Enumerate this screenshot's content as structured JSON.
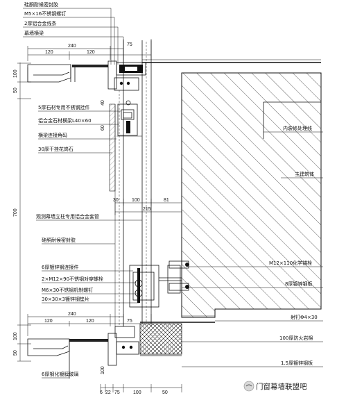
{
  "top_labels": [
    "硅酮耐候密封胶",
    "M5×16不锈钢螺钉",
    "2厚铝合金线条",
    "幕墙横梁"
  ],
  "left_labels": [
    "5厚石材专用不锈钢挂件",
    "铝合金石材横梁L40×60",
    "横梁连接角码",
    "30厚干挂花岗石",
    "观测幕墙立柱专用铝合金套管",
    "硅酮耐候密封胶",
    "6厚镀锌钢连接件",
    "2×M12×90不锈钢对穿螺栓",
    "M6×30不锈钢机制螺钉",
    "30×30×3镀锌钢垫片",
    "6厚钢化镀膜玻璃"
  ],
  "right_labels": [
    "内装修处理线",
    "主建筑体",
    "M12×110化学锚栓",
    "8厚镀锌钢板",
    "射钉Φ4×30",
    "100厚防火岩棉",
    "1.5厚镀锌钢板"
  ],
  "dims": {
    "top_240": "240",
    "top_75": "75",
    "top_120a": "120",
    "top_120b": "120",
    "left_100a": "100",
    "left_50a": "50",
    "left_60": "60",
    "left_40": "40",
    "left_700": "700",
    "left_100b": "100",
    "left_50b": "50",
    "left_100c": "100",
    "mid_30": "30",
    "mid_100": "100",
    "mid_81": "81",
    "mid_215": "215",
    "low_240": "240",
    "low_120a": "120",
    "low_120b": "120",
    "low_75": "75",
    "bot_6": "6",
    "bot_22": "22",
    "bot_75": "75",
    "bot_100": "100",
    "bot_50": "50"
  },
  "watermark": "门窗幕墙联盟吧"
}
